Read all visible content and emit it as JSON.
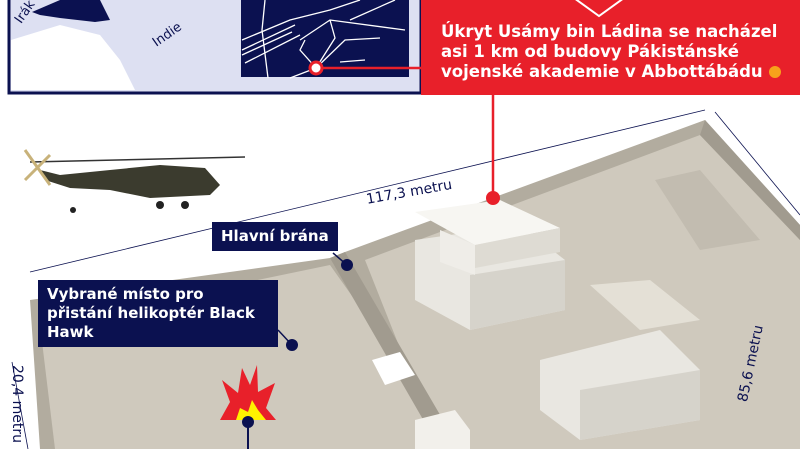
{
  "map": {
    "labels": [
      "Irák",
      "Indie"
    ]
  },
  "info_panel": {
    "text": "Úkryt Usámy bin Ládina se nacházel asi 1 km od budovy Pákistánské vojenské akademie v Abbottábádu",
    "color": "#e8202a",
    "marker_color": "#f7a21b"
  },
  "dimensions": {
    "length_top": "117,3 metru",
    "length_right": "85,6 metru",
    "length_left": "20,4 metru"
  },
  "callouts": {
    "main_gate": "Hlavní brána",
    "landing_site": "Vybrané místo pro přistání helikoptér Black Hawk"
  },
  "colors": {
    "navy": "#0b1150",
    "ground": "#cfc9bd",
    "wall": "#b2ac9f"
  }
}
